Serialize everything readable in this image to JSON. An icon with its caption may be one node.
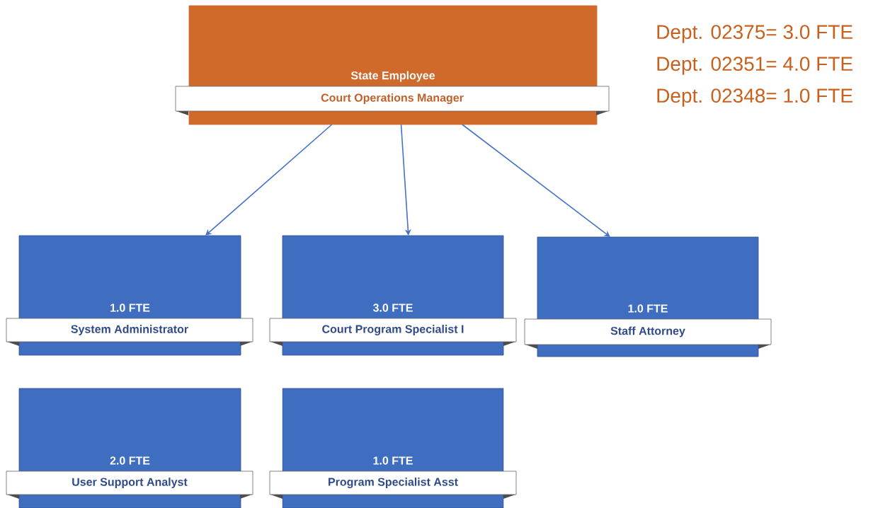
{
  "diagram": {
    "nodes": [
      {
        "text": [
          "State Employee",
          "Court Operations Manager"
        ]
      },
      {
        "text": [
          "1.0 FTE",
          "System Administrator"
        ]
      },
      {
        "text": [
          "3.0 FTE",
          "Court Program Specialist I"
        ]
      },
      {
        "text": [
          "1.0 FTE",
          "Staff Attorney"
        ]
      },
      {
        "text": [
          "2.0 FTE",
          "User Support Analyst"
        ]
      },
      {
        "text": [
          "1.0 FTE",
          "Program Specialist Asst"
        ]
      }
    ],
    "edges": [
      {
        "from": 0,
        "to": 1,
        "arrow": "to"
      },
      {
        "from": 0,
        "to": 2,
        "arrow": "to"
      },
      {
        "from": 0,
        "to": 3,
        "arrow": "to"
      }
    ],
    "labels": [
      "Dept. 02375= 3.0 FTE",
      "Dept. 02351= 4.0 FTE",
      "Dept. 02348= 1.0 FTE"
    ]
  }
}
